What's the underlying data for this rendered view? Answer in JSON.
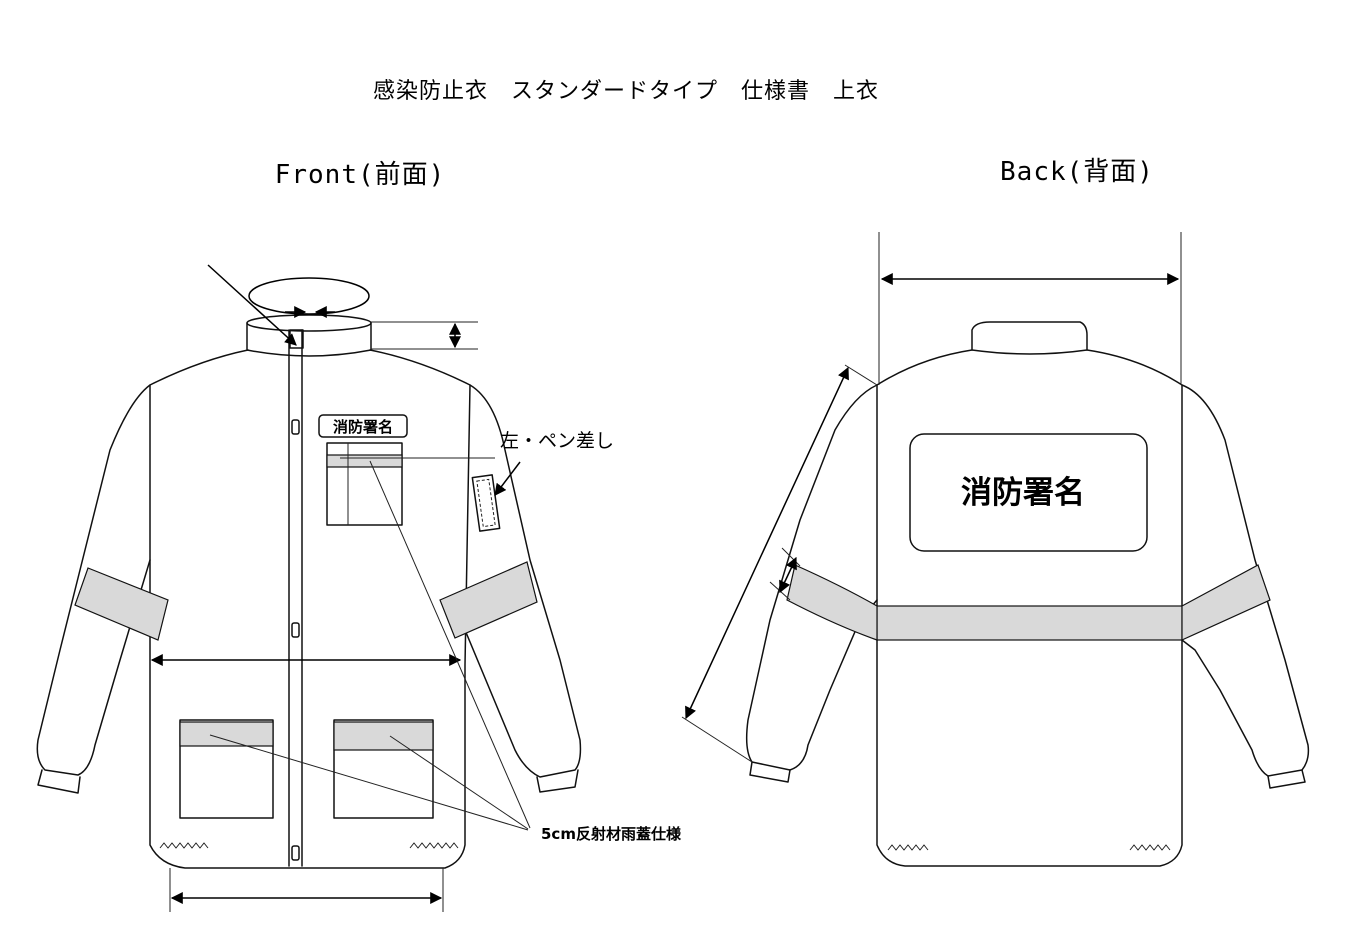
{
  "title": "感染防止衣　スタンダードタイプ　仕様書　上衣",
  "views": {
    "front_label": "Front(前面)",
    "back_label": "Back(背面)"
  },
  "front": {
    "badge": "消防署名",
    "pen_note": "左・ペン差し",
    "reflective_note": "5cm反射材雨蓋仕様"
  },
  "back": {
    "panel_text": "消防署名"
  },
  "colors": {
    "reflective_band": "#d9d9d9",
    "line": "#111111"
  }
}
